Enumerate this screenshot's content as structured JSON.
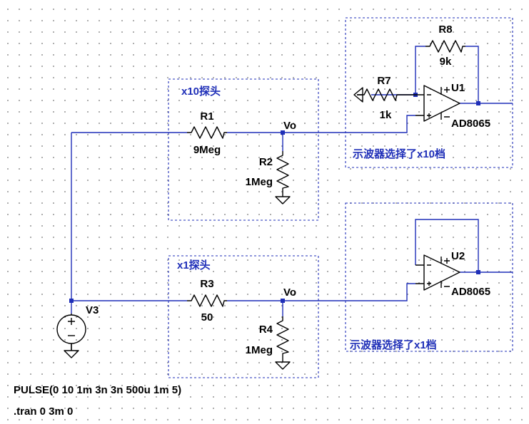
{
  "comments": {
    "probe_x10": "x10探头",
    "probe_x1": "x1探头",
    "scope_x10": "示波器选择了x10档",
    "scope_x1": "示波器选择了x1档"
  },
  "components": {
    "R1": {
      "name": "R1",
      "value": "9Meg"
    },
    "R2": {
      "name": "R2",
      "value": "1Meg"
    },
    "R3": {
      "name": "R3",
      "value": "50"
    },
    "R4": {
      "name": "R4",
      "value": "1Meg"
    },
    "R7": {
      "name": "R7",
      "value": "1k"
    },
    "R8": {
      "name": "R8",
      "value": "9k"
    },
    "U1": {
      "name": "U1",
      "value": "AD8065"
    },
    "U2": {
      "name": "U2",
      "value": "AD8065"
    },
    "V3": {
      "name": "V3",
      "value": "PULSE(0 10 1m 3n 3n 500u 1m 5)"
    }
  },
  "nets": {
    "vo_top": "Vo",
    "vo_bottom": "Vo"
  },
  "directives": {
    "tran": ".tran 0 3m 0"
  },
  "colors": {
    "wire": "#1f2fb8",
    "component": "#000000",
    "background": "#ffffff",
    "grid_dot": "#9a9a9a"
  }
}
